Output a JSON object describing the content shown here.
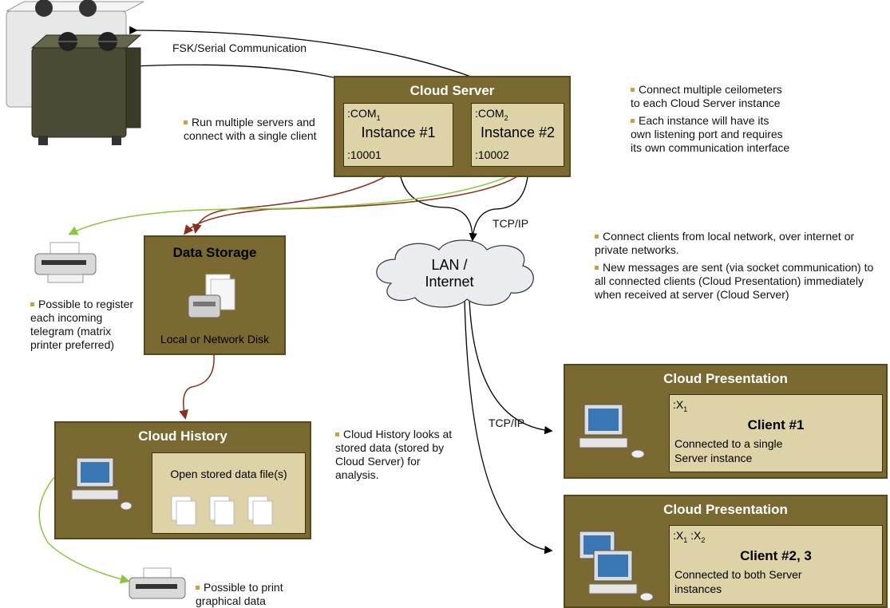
{
  "labels": {
    "fsk": "FSK/Serial Communication",
    "tcp1": "TCP/IP",
    "tcp2": "TCP/IP",
    "lan": "LAN /\nInternet"
  },
  "cloud_server": {
    "title": "Cloud Server",
    "instance1": {
      "com": ":COM",
      "com_sub": "1",
      "name": "Instance #1",
      "port": ":10001"
    },
    "instance2": {
      "com": ":COM",
      "com_sub": "2",
      "name": "Instance #2",
      "port": ":10002"
    }
  },
  "data_storage": {
    "title": "Data Storage",
    "disk_label": "Local or Network Disk"
  },
  "cloud_history": {
    "title": "Cloud History",
    "open_label": "Open stored data file(s)"
  },
  "client1": {
    "title": "Cloud Presentation",
    "port_prefix": ":X",
    "port_sub": "1",
    "name": "Client #1",
    "desc": "Connected to a single Server instance"
  },
  "client23": {
    "title": "Cloud Presentation",
    "port_a": ":X",
    "port_a_sub": "1",
    "port_b": " :X",
    "port_b_sub": "2",
    "name": "Client #2, 3",
    "desc": "Connected to both Server instances"
  },
  "notes": {
    "multi_servers": "Run multiple servers and connect with a single client",
    "ceilometers_1": "Connect multiple ceilometers to each Cloud Server instance",
    "ceilometers_2": "Each instance will have its own listening port and requires its own communication interface",
    "clients_1": "Connect clients from local network, over internet or private networks.",
    "clients_2": "New messages are sent (via socket communication) to all connected clients (Cloud Presentation) immediately when received at server (Cloud Server)",
    "printer1": "Possible to register each incoming telegram (matrix printer preferred)",
    "history": "Cloud History looks at stored data (stored by Cloud Server) for analysis.",
    "printer2": "Possible to print graphical data"
  },
  "colors": {
    "olive": "#7a6a32",
    "tan": "#ddd3a6",
    "bullet": "#c8a040",
    "storage_line": "#8b2e1a",
    "print_line": "#8cc63f"
  }
}
